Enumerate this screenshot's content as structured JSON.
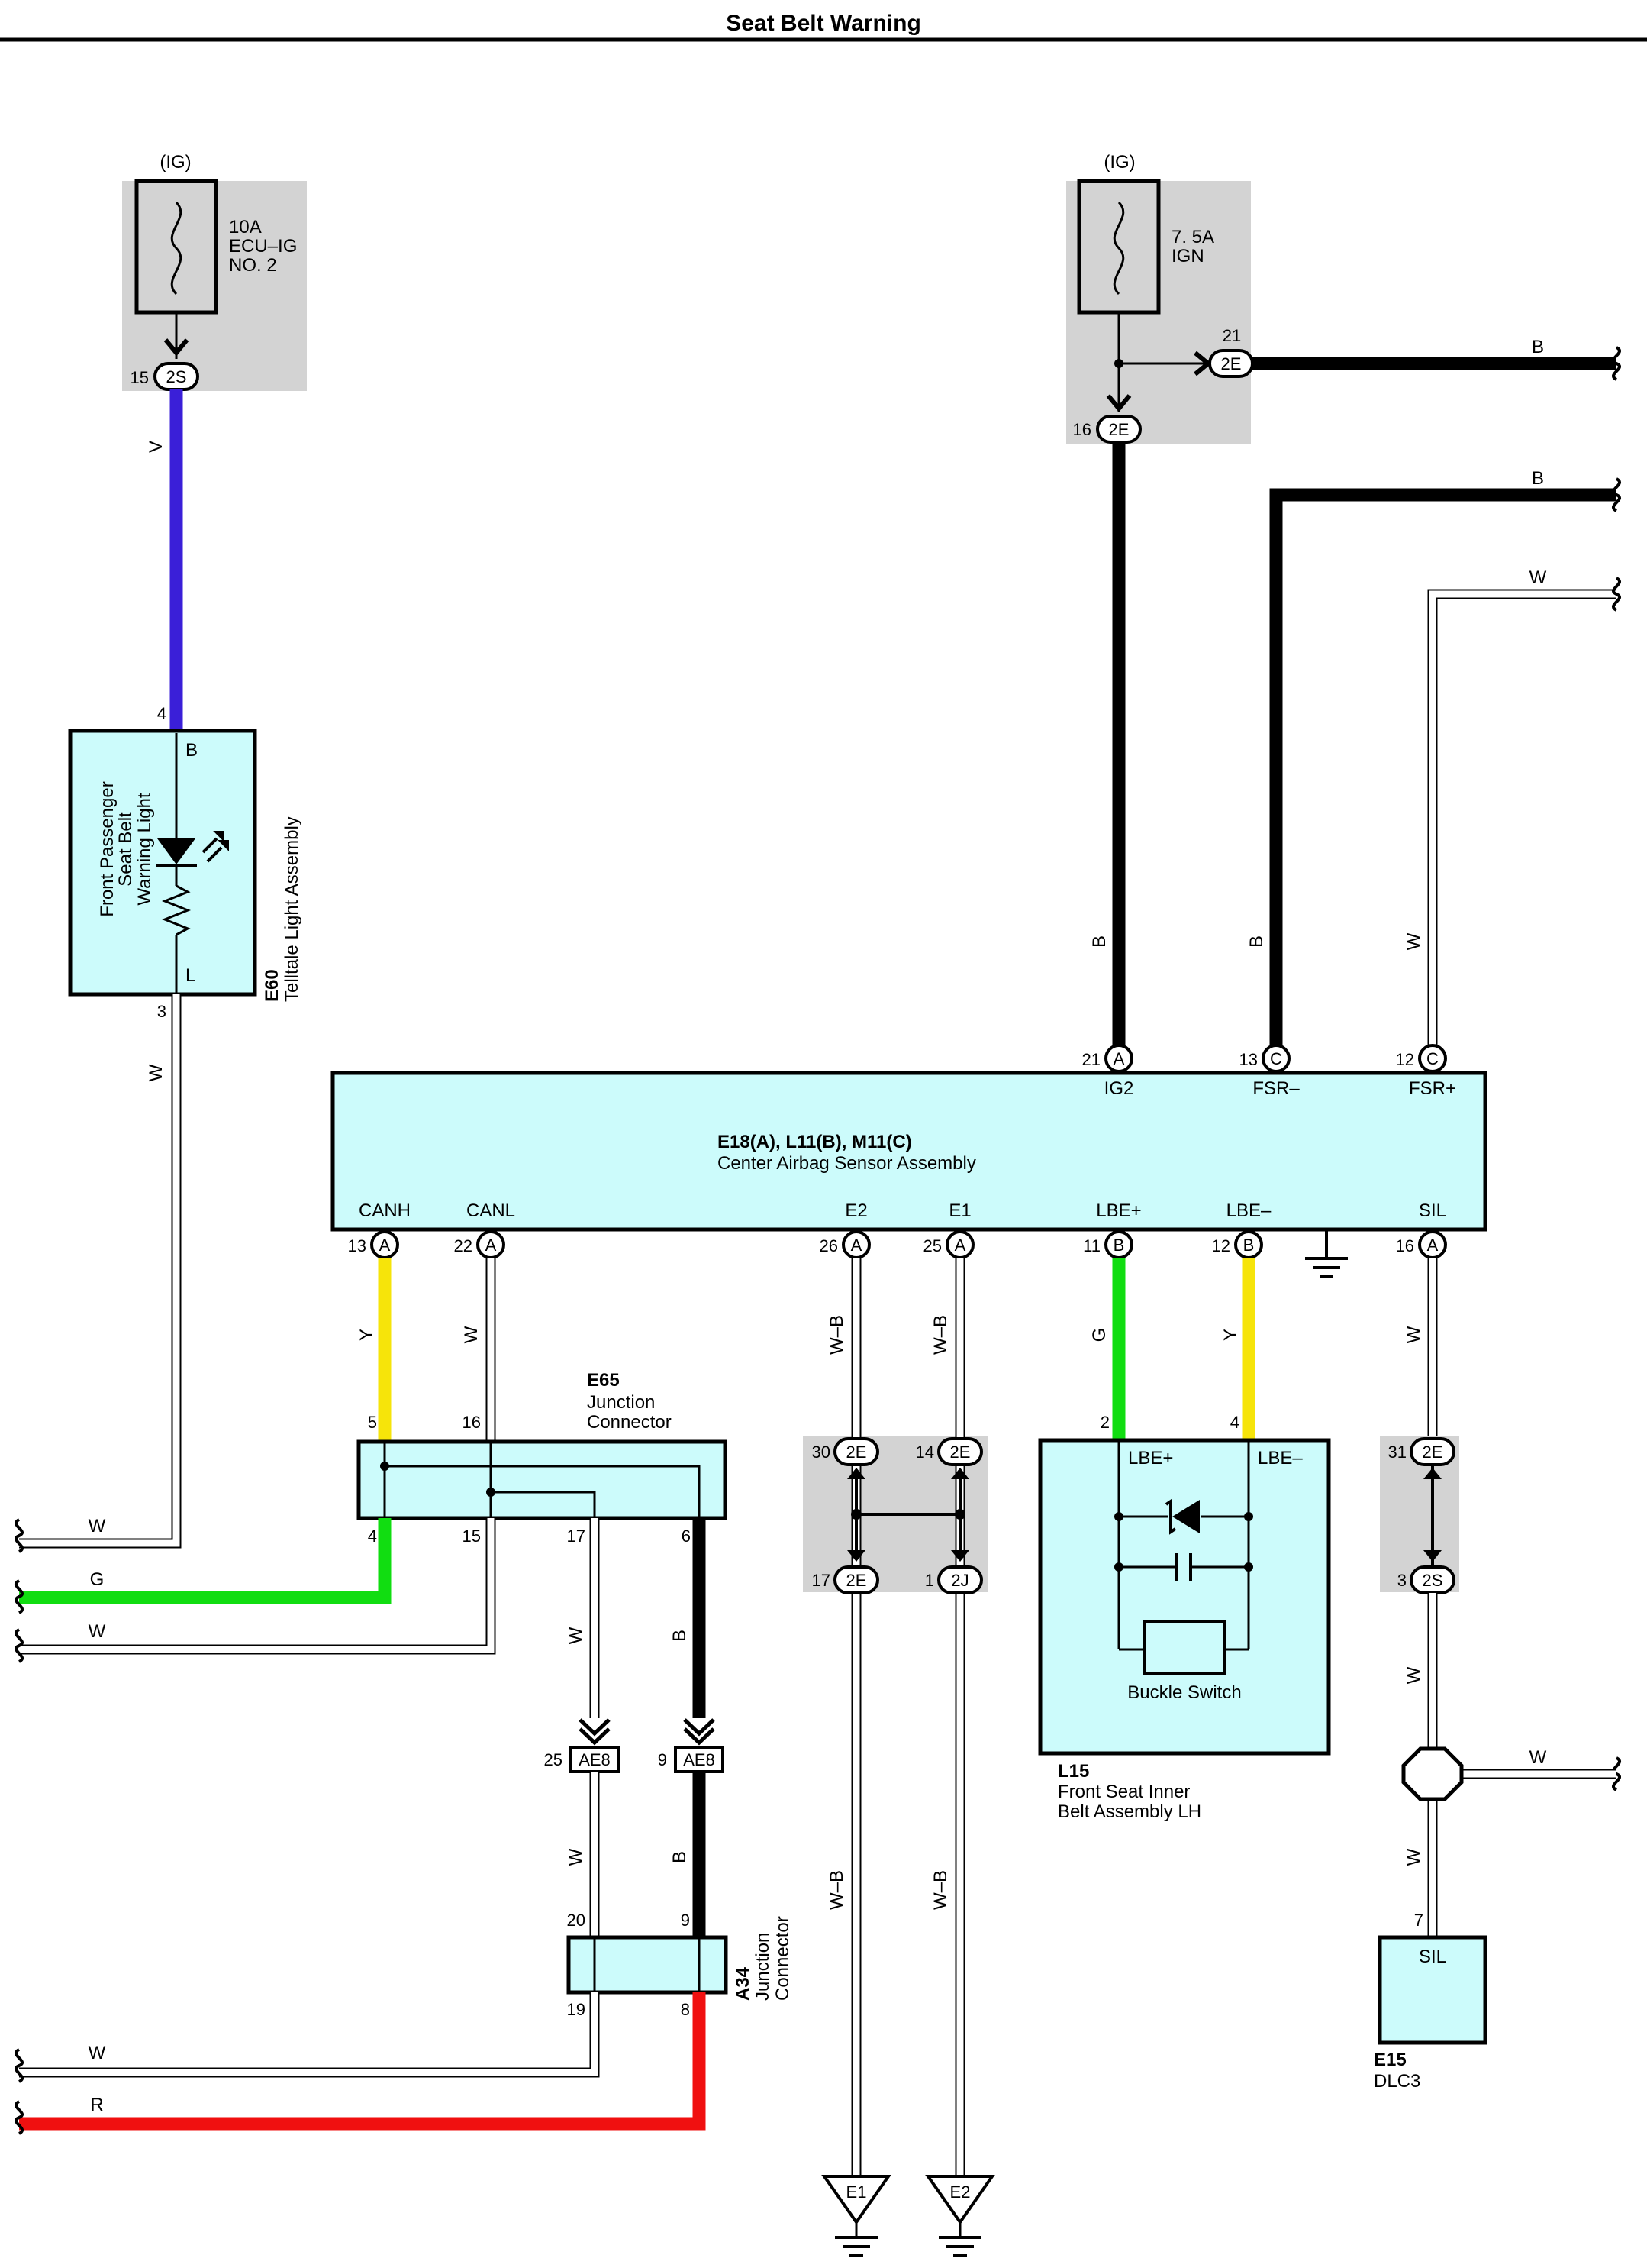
{
  "title": "Seat Belt Warning",
  "fuses": {
    "left": {
      "label": "(IG)",
      "rating": "10A",
      "name1": "ECU–IG",
      "name2": "NO. 2",
      "pin": "15",
      "connector": "2S"
    },
    "right": {
      "label": "(IG)",
      "rating": "7. 5A",
      "name1": "IGN",
      "pin_top": "21",
      "conn_top": "2E",
      "pin_bottom": "16",
      "conn_bottom": "2E"
    }
  },
  "wires": {
    "v": "V",
    "w": "W",
    "b": "B",
    "g": "G",
    "y": "Y",
    "r": "R",
    "wb": "W–B"
  },
  "telltale": {
    "pin_top": "4",
    "pin_bottom": "3",
    "terminal_top": "B",
    "terminal_bottom": "L",
    "inner1": "Front Passenger",
    "inner2": "Seat Belt",
    "inner3": "Warning Light",
    "code": "E60",
    "name": "Telltale Light Assembly"
  },
  "airbag": {
    "code": "E18(A), L11(B), M11(C)",
    "name": "Center Airbag Sensor Assembly",
    "top_pins": [
      {
        "num": "21",
        "conn": "A",
        "label": "IG2"
      },
      {
        "num": "13",
        "conn": "C",
        "label": "FSR–"
      },
      {
        "num": "12",
        "conn": "C",
        "label": "FSR+"
      }
    ],
    "bottom_pins": [
      {
        "num": "13",
        "conn": "A",
        "label": "CANH"
      },
      {
        "num": "22",
        "conn": "A",
        "label": "CANL"
      },
      {
        "num": "26",
        "conn": "A",
        "label": "E2"
      },
      {
        "num": "25",
        "conn": "A",
        "label": "E1"
      },
      {
        "num": "11",
        "conn": "B",
        "label": "LBE+"
      },
      {
        "num": "12",
        "conn": "B",
        "label": "LBE–"
      },
      {
        "num": "16",
        "conn": "A",
        "label": "SIL"
      }
    ]
  },
  "e65": {
    "code": "E65",
    "name1": "Junction",
    "name2": "Connector",
    "top_pins": [
      "5",
      "16"
    ],
    "bottom_pins": [
      "4",
      "15",
      "17",
      "6"
    ]
  },
  "junctions": {
    "j1": {
      "top_num": "30",
      "top_conn": "2E",
      "bot_num": "17",
      "bot_conn": "2E"
    },
    "j2": {
      "top_num": "14",
      "top_conn": "2E",
      "bot_num": "1",
      "bot_conn": "2J"
    },
    "j3": {
      "top_num": "31",
      "top_conn": "2E",
      "bot_num": "3",
      "bot_conn": "2S"
    }
  },
  "buckle": {
    "pin_left": "2",
    "pin_right": "4",
    "t_left": "LBE+",
    "t_right": "LBE–",
    "switch": "Buckle Switch",
    "code": "L15",
    "name1": "Front Seat Inner",
    "name2": "Belt Assembly LH"
  },
  "ae8": {
    "left_num": "25",
    "right_num": "9",
    "conn": "AE8"
  },
  "a34": {
    "pin_tl": "20",
    "pin_tr": "9",
    "pin_bl": "19",
    "pin_br": "8",
    "code": "A34",
    "name1": "Junction",
    "name2": "Connector"
  },
  "dlc": {
    "pin": "7",
    "terminal": "SIL",
    "code": "E15",
    "name": "DLC3"
  },
  "grounds": {
    "g1": "E1",
    "g2": "E2"
  },
  "colors": {
    "V": "#3a1fd8",
    "G": "#11dd11",
    "Y": "#f6e40a",
    "R": "#f01010",
    "B": "#000000",
    "fill": "#ccfbfb",
    "shade": "#d3d3d3"
  }
}
